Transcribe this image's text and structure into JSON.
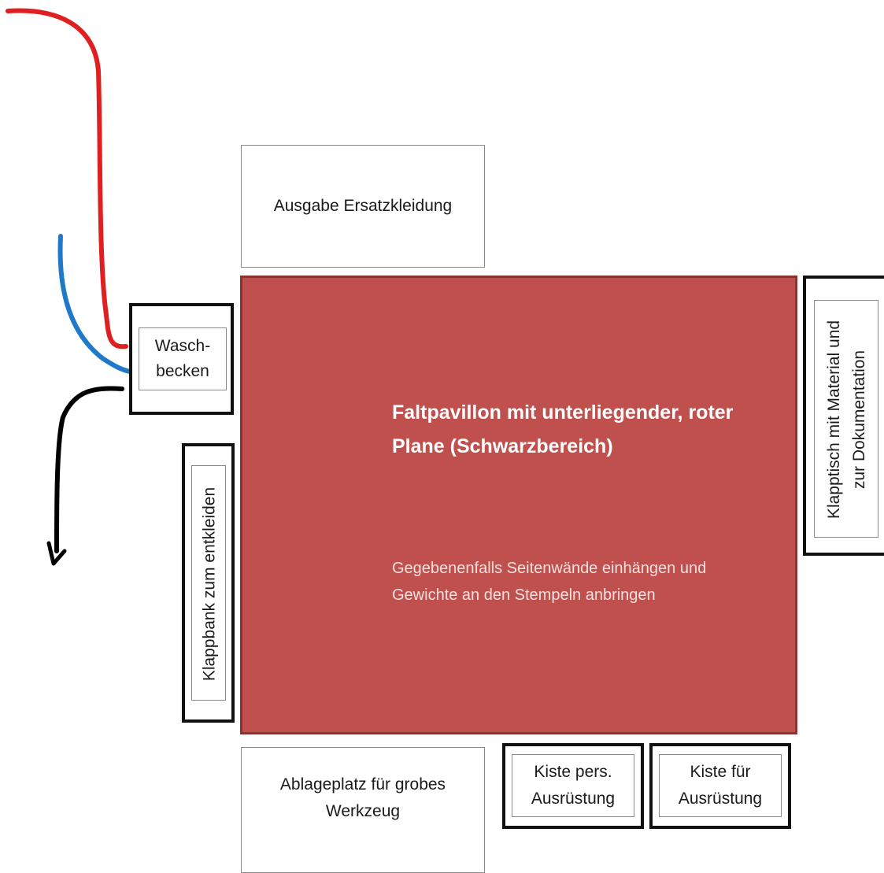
{
  "pavillon": {
    "title": "Faltpavillon mit unterliegender, roter Plane (Schwarzbereich)",
    "note": "Gegebenenfalls Seitenwände einhängen und Gewichte an den Stempeln anbringen",
    "color": "#c0504d"
  },
  "ausgabe_ersatzkleidung": {
    "label": "Ausgabe Ersatzkleidung"
  },
  "waschbecken": {
    "line1": "Wasch-",
    "line2": "becken"
  },
  "klappbank": {
    "label": "Klappbank zum entkleiden"
  },
  "klapptisch": {
    "line1": "Klapptisch mit Material und",
    "line2": "zur Dokumentation"
  },
  "ablageplatz": {
    "line1": "Ablageplatz für grobes",
    "line2": "Werkzeug"
  },
  "kiste_pers": {
    "line1": "Kiste pers.",
    "line2": "Ausrüstung"
  },
  "kiste_ausruestung": {
    "line1": "Kiste für",
    "line2": "Ausrüstung"
  },
  "pipes": {
    "hot_water_color": "#e02020",
    "cold_water_color": "#1f78c8",
    "waste_water_color": "#000000"
  }
}
